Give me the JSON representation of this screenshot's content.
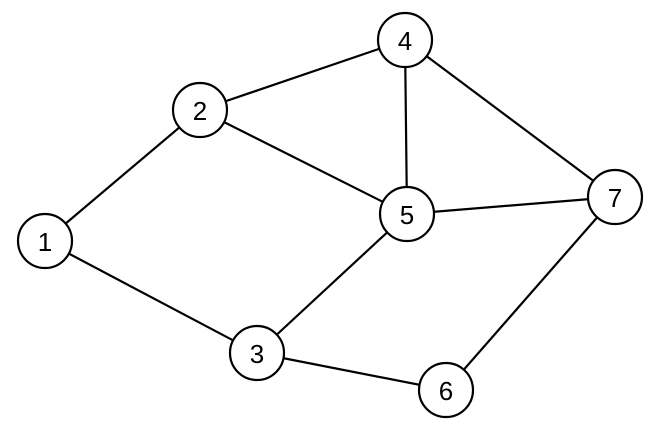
{
  "graph": {
    "nodes": [
      {
        "id": "1",
        "label": "1"
      },
      {
        "id": "2",
        "label": "2"
      },
      {
        "id": "3",
        "label": "3"
      },
      {
        "id": "4",
        "label": "4"
      },
      {
        "id": "5",
        "label": "5"
      },
      {
        "id": "6",
        "label": "6"
      },
      {
        "id": "7",
        "label": "7"
      }
    ],
    "edges": [
      [
        "1",
        "2"
      ],
      [
        "1",
        "3"
      ],
      [
        "2",
        "4"
      ],
      [
        "2",
        "5"
      ],
      [
        "4",
        "5"
      ],
      [
        "4",
        "7"
      ],
      [
        "5",
        "7"
      ],
      [
        "5",
        "3"
      ],
      [
        "3",
        "6"
      ],
      [
        "6",
        "7"
      ]
    ],
    "colors": {
      "stroke": "#000000",
      "fill": "#ffffff",
      "text": "#000000"
    }
  }
}
